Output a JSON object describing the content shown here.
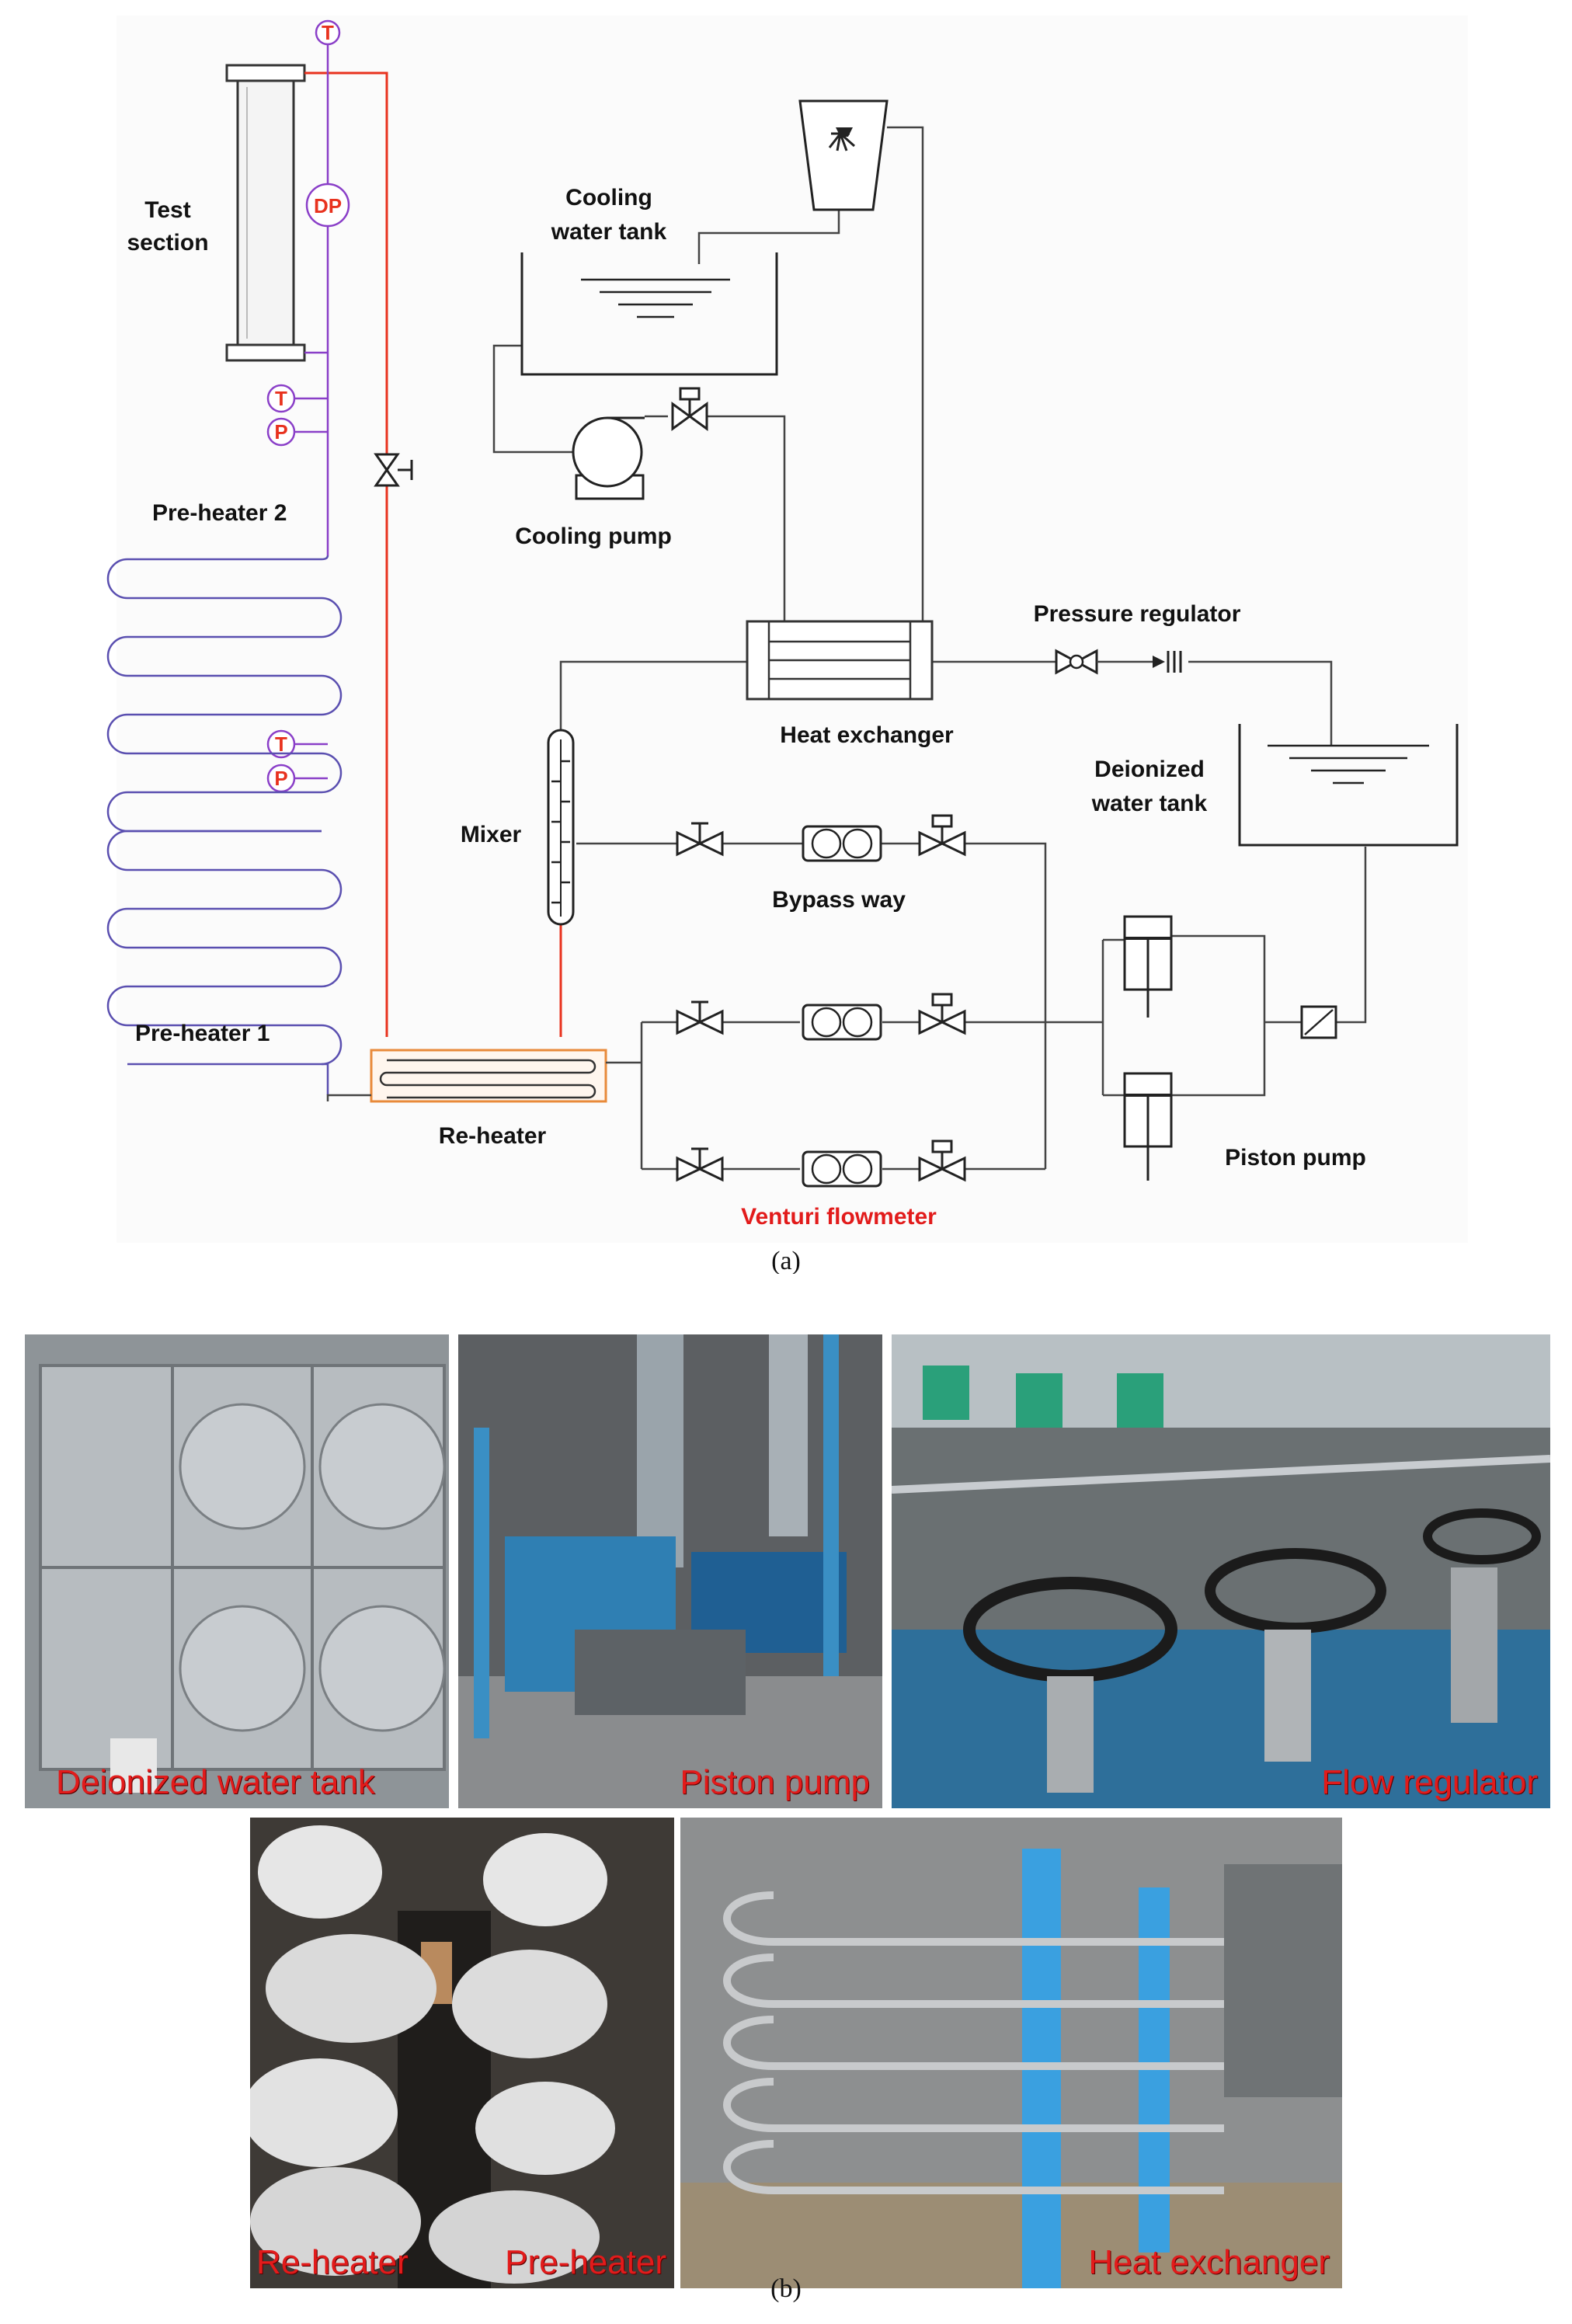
{
  "labels": {
    "test_section_line1": "Test",
    "test_section_line2": "section",
    "cooling_tank_line1": "Cooling",
    "cooling_tank_line2": "water  tank",
    "cooling_pump": "Cooling pump",
    "pre_heater_2": "Pre-heater 2",
    "pre_heater_1": "Pre-heater 1",
    "pressure_regulator": "Pressure regulator",
    "heat_exchanger": "Heat exchanger",
    "deionized_line1": "Deionized",
    "deionized_line2": "water  tank",
    "mixer": "Mixer",
    "bypass_way": "Bypass way",
    "re_heater": "Re-heater",
    "piston_pump": "Piston pump",
    "venturi_flowmeter": "Venturi flowmeter"
  },
  "instruments": {
    "t": "T",
    "dp": "DP",
    "p": "P"
  },
  "captions": {
    "a": "(a)",
    "b": "(b)"
  },
  "photos": {
    "deionized_tank": "Deionized water tank",
    "piston_pump": "Piston pump",
    "flow_regulator": "Flow regulator",
    "re_heater": "Re-heater",
    "pre_heater": "Pre-heater",
    "heat_exchanger": "Heat exchanger"
  },
  "colors": {
    "hot_line": "#e8321e",
    "instrument_line": "#8a3fc8",
    "piping": "#444444",
    "highlight_label": "#e21b1b"
  }
}
